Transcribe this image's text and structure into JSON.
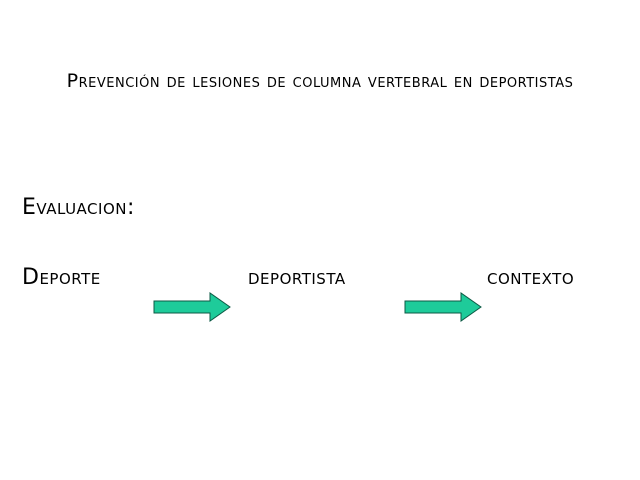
{
  "slide": {
    "title": "Prevención de lesiones de columna vertebral en deportistas",
    "section_label": "Evaluacion:",
    "flow": {
      "steps": [
        "Deporte",
        "deportista",
        "contexto"
      ],
      "arrow_color": "#1ecb9a",
      "arrow_stroke": "#0c5a44",
      "arrow_icon": "right-arrow-icon"
    }
  }
}
